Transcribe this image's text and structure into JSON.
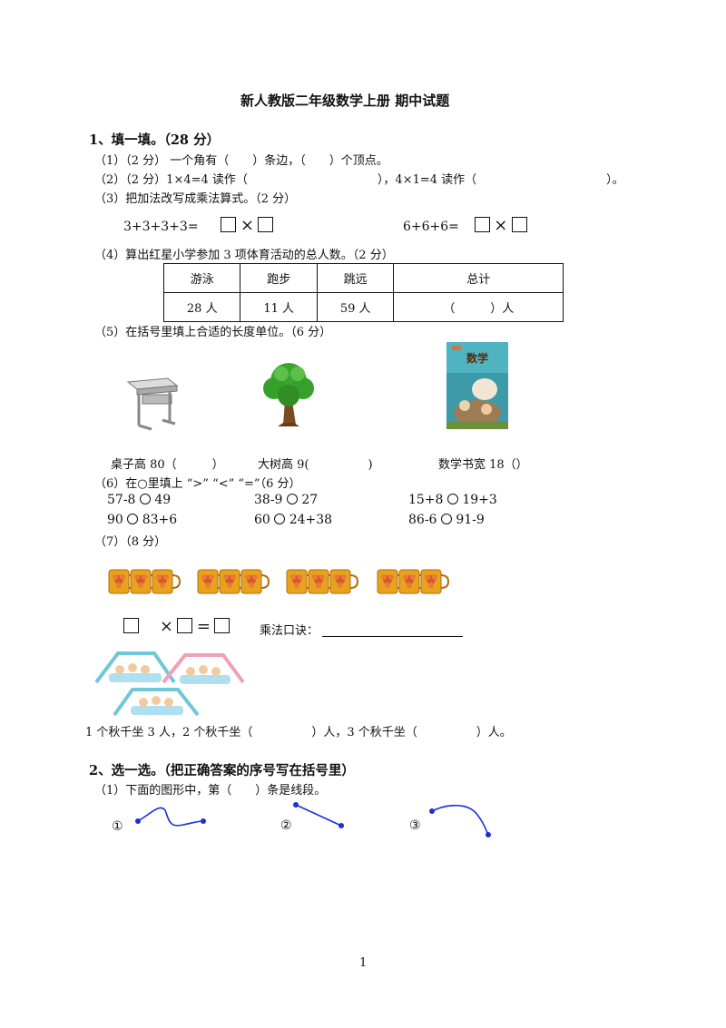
{
  "title": "新人教版二年级数学上册 期中试题",
  "section1": {
    "heading": "1、填一填。（28 分）",
    "q1": "（1）（2 分） 一个角有（　　）条边，（　　）个顶点。",
    "q2": "（2）（2 分）1×4=4 读作（　　　　　　　　　　　），4×1=4 读作（　　　　　　　　　　　）。",
    "q3": "（3）把加法改写成乘法算式。（2 分）",
    "q3a": "3+3+3+3=",
    "q3b": "6+6+6=",
    "times": "×",
    "q4": "（4）算出红星小学参加 3 项体育活动的总人数。（2 分）",
    "table": {
      "headers": [
        "游泳",
        "跑步",
        "跳远",
        "总计"
      ],
      "row": [
        "28 人",
        "11 人",
        "59 人",
        "（　　　）人"
      ]
    },
    "q5": "（5）在括号里填上合适的长度单位。（6 分）",
    "q5_items": [
      "桌子高 80（　　　）",
      "大树高 9(　　　　　)",
      "数学书宽 18（）"
    ],
    "book_cover_text": "数学",
    "q6": "（6）在○里填上 “>” “<” “=”（6 分）",
    "q6_rows": [
      [
        "57-8",
        "49",
        "38-9",
        "27",
        "15+8",
        "19+3"
      ],
      [
        "90",
        "83+6",
        "60",
        "24+38",
        "86-6",
        "91-9"
      ]
    ],
    "q7": "（7）（8 分）",
    "q7_eq_times": "×",
    "q7_eq_equals": "=",
    "q7_formula_label": "乘法口诀：",
    "swing_text": "1 个秋千坐 3 人，2 个秋千坐（　　　　　）人，3 个秋千坐（　　　　　）人。"
  },
  "section2": {
    "heading": "2、选一选。（把正确答案的序号写在括号里）",
    "q1": "（1）下面的图形中，第（　　）条是线段。",
    "options": [
      "①",
      "②",
      "③"
    ]
  },
  "page_number": "1",
  "colors": {
    "line_blue": "#1a2fd6",
    "cup_orange": "#e8a21c",
    "tree_green": "#3aa52e"
  }
}
